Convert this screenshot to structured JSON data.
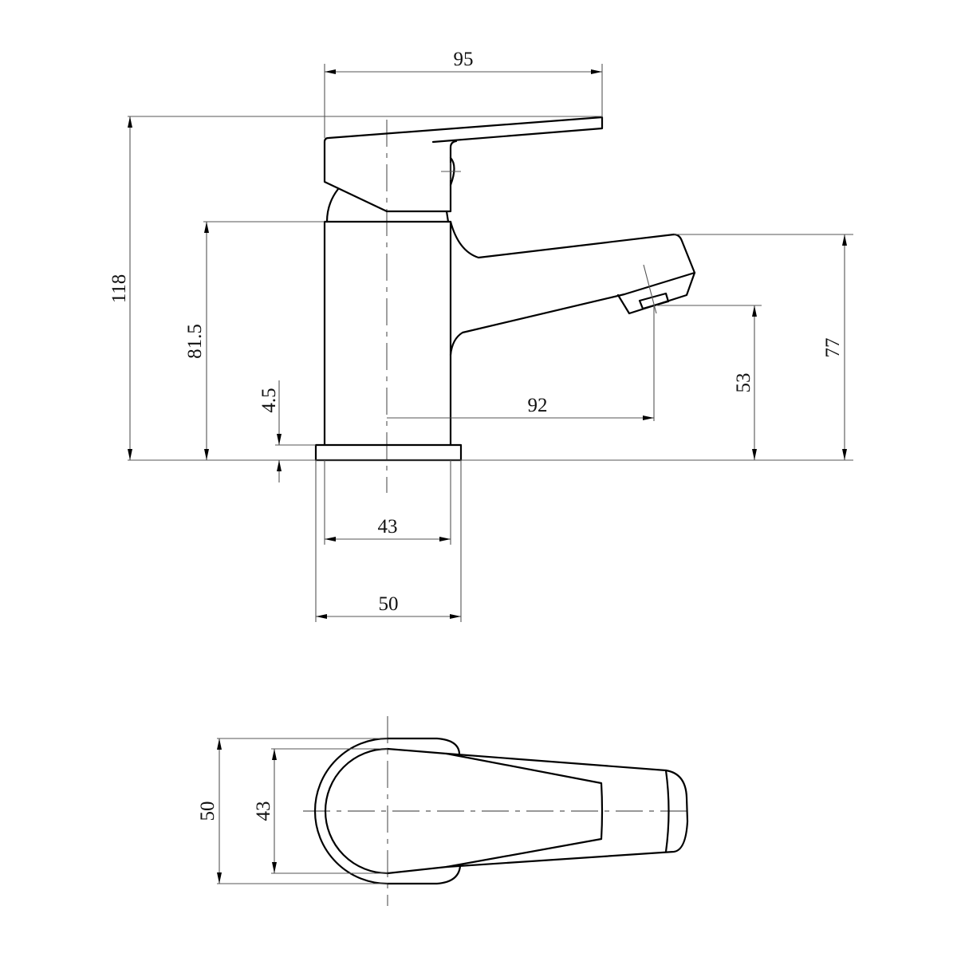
{
  "drawing": {
    "subject": "Basin mixer tap technical drawing",
    "views": {
      "side_view": {
        "dimensions": {
          "overall_width": "95",
          "overall_height": "118",
          "body_height": "81.5",
          "base_plate_height": "4.5",
          "spout_reach": "92",
          "spout_outlet_height": "53",
          "spout_top_height": "77",
          "body_diameter": "43",
          "base_diameter": "50"
        }
      },
      "top_view": {
        "dimensions": {
          "base_diameter": "50",
          "body_diameter": "43"
        }
      }
    },
    "colors": {
      "line": "#000000",
      "dimension_line": "#555555",
      "center_line": "#777777",
      "background": "#ffffff"
    }
  }
}
